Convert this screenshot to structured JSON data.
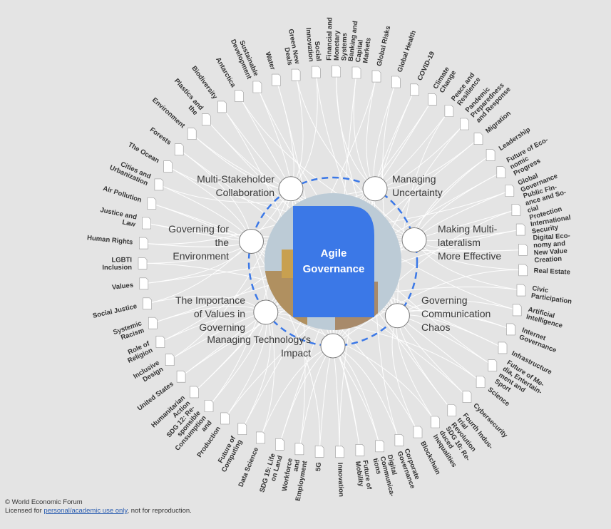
{
  "center": {
    "title_line1": "Agile",
    "title_line2": "Governance"
  },
  "key_issues": [
    {
      "lines": [
        "Multi-Stakeholder",
        "Collaboration"
      ]
    },
    {
      "lines": [
        "Managing",
        "Uncertainty"
      ]
    },
    {
      "lines": [
        "Making Multi-",
        "lateralism",
        "More Effective"
      ]
    },
    {
      "lines": [
        "Governing",
        "Communication",
        "Chaos"
      ]
    },
    {
      "lines": [
        "Managing Technology's",
        "Impact"
      ]
    },
    {
      "lines": [
        "The Importance",
        "of Values in",
        "Governing"
      ]
    },
    {
      "lines": [
        "Governing for",
        "the",
        "Environment"
      ]
    }
  ],
  "topics": [
    [
      "Financial and",
      "Monetary",
      "Systems"
    ],
    [
      "Banking and",
      "Capital",
      "Markets"
    ],
    [
      "Global Risks"
    ],
    [
      "Global Health"
    ],
    [
      "COVID-19"
    ],
    [
      "Climate",
      "Change"
    ],
    [
      "Peace and",
      "Resilience"
    ],
    [
      "Pandemic",
      "Preparedness",
      "and Response"
    ],
    [
      "Migration"
    ],
    [
      "Leadership"
    ],
    [
      "Future of Eco-",
      "nomic",
      "Progress"
    ],
    [
      "Global",
      "Governance"
    ],
    [
      "Public Fin-",
      "ance and So-",
      "cial",
      "Protection"
    ],
    [
      "International",
      "Security"
    ],
    [
      "Digital Eco-",
      "nomy and",
      "New Value",
      "Creation"
    ],
    [
      "Real Estate"
    ],
    [
      "Civic",
      "Participation"
    ],
    [
      "Artificial",
      "Intelligence"
    ],
    [
      "Internet",
      "Governance"
    ],
    [
      "Infrastructure"
    ],
    [
      "Future of Me-",
      "dia, Entertain-",
      "ment and",
      "Sport"
    ],
    [
      "Science"
    ],
    [
      "Cybersecurity"
    ],
    [
      "Fourth Indus-",
      "trial",
      "Revolution"
    ],
    [
      "SDG 10: Re-",
      "duced",
      "Inequalities"
    ],
    [
      "Blockchain"
    ],
    [
      "Corporate",
      "Governance"
    ],
    [
      "Digital",
      "Communica-",
      "tions"
    ],
    [
      "Future of",
      "Mobility"
    ],
    [
      "Innovation"
    ],
    [
      "5G"
    ],
    [
      "Workforce",
      "and",
      "Employment"
    ],
    [
      "SDG 15: Life",
      "on Land"
    ],
    [
      "Data Science"
    ],
    [
      "Future of",
      "Computing"
    ],
    [
      "Production"
    ],
    [
      "SDG 12: Re-",
      "sponsible",
      "Consumption",
      "and"
    ],
    [
      "Humanitarian",
      "Action"
    ],
    [
      "United States"
    ],
    [
      "Inclusive",
      "Design"
    ],
    [
      "Role of",
      "Religion"
    ],
    [
      "Systemic",
      "Racism"
    ],
    [
      "Social Justice"
    ],
    [
      "Values"
    ],
    [
      "LGBTI",
      "Inclusion"
    ],
    [
      "Human Rights"
    ],
    [
      "Justice and",
      "Law"
    ],
    [
      "Air Pollution"
    ],
    [
      "Cities and",
      "Urbanization"
    ],
    [
      "The Ocean"
    ],
    [
      "Forests"
    ],
    [
      "Environment"
    ],
    [
      "Plastics and",
      "the"
    ],
    [
      "Biodiversity"
    ],
    [
      "Antarctica"
    ],
    [
      "Sustainable",
      "Development"
    ],
    [
      "Water"
    ],
    [
      "Green New",
      "Deals"
    ],
    [
      "Social",
      "Innovation"
    ]
  ],
  "footer": {
    "copyright": "© World Economic Forum",
    "license_prefix": "Licensed for ",
    "license_link": "personal/academic use only",
    "license_suffix": ", not for reproduction."
  },
  "colors": {
    "background": "#e4e4e4",
    "accent_blue": "#3b78e7",
    "ring_dash": "#3b78e7",
    "node_fill": "#ffffff",
    "node_stroke": "#777777",
    "text": "#333333"
  }
}
